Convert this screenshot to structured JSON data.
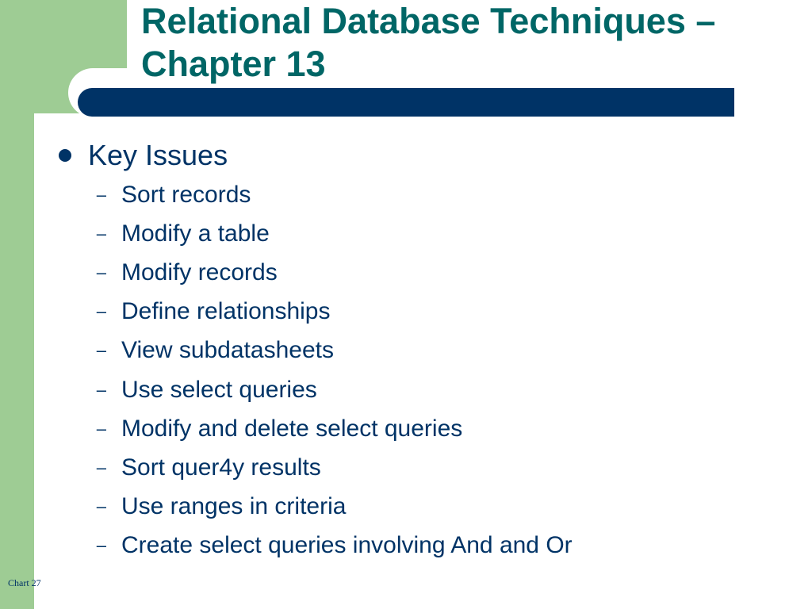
{
  "slide": {
    "title": "Relational Database Techniques – Chapter 13",
    "main_bullet": "Key Issues",
    "sub_bullets": [
      "Sort records",
      "Modify a table",
      "Modify records",
      "Define relationships",
      "View subdatasheets",
      "Use select queries",
      "Modify and delete select queries",
      "Sort quer4y results",
      "Use ranges in criteria",
      "Create select queries involving And and Or"
    ],
    "dash_glyph": "–",
    "footer": "Chart 27"
  },
  "colors": {
    "title": "#006666",
    "text": "#003366",
    "accent_bar": "#003366",
    "side_green": "#9ecc94"
  }
}
